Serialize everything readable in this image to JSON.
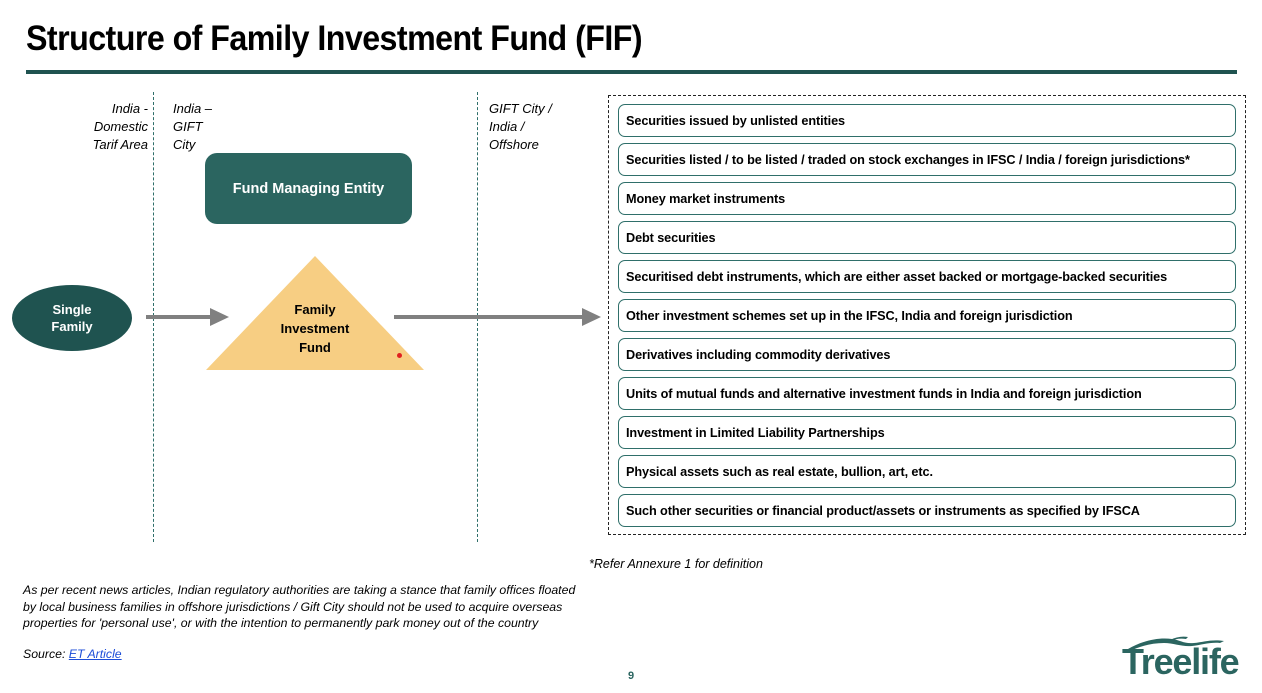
{
  "slide": {
    "title": "Structure of Family Investment Fund (FIF)",
    "page_number": "9",
    "accent_color": "#1f5350",
    "teal_color": "#2b6560",
    "triangle_color": "#f7ce83",
    "arrow_color": "#808080",
    "link_color": "#1d4ed8"
  },
  "zones": [
    {
      "name": "domestic-tarif-area",
      "label": "India -\nDomestic\nTarif Area"
    },
    {
      "name": "india-gift-city",
      "label": "India –\nGIFT\nCity"
    },
    {
      "name": "gift-city-india-offshore",
      "label": "GIFT City /\nIndia /\nOffshore"
    }
  ],
  "diagram": {
    "single_family": "Single\nFamily",
    "fund_managing_entity": "Fund Managing Entity",
    "family_investment_fund": "Family\nInvestment\nFund"
  },
  "asset_classes": [
    "Securities issued by unlisted entities",
    "Securities listed / to be listed / traded on stock exchanges in IFSC / India / foreign jurisdictions*",
    "Money market instruments",
    "Debt securities",
    "Securitised debt instruments, which are either asset backed or mortgage-backed securities",
    "Other investment schemes set up in the IFSC, India and foreign jurisdiction",
    "Derivatives including commodity derivatives",
    "Units of mutual funds and alternative investment funds in India and foreign jurisdiction",
    "Investment in Limited Liability Partnerships",
    "Physical assets such as real estate, bullion, art, etc.",
    "Such other securities or financial product/assets or instruments as specified by IFSCA"
  ],
  "notes": {
    "annexure": "*Refer Annexure 1 for definition",
    "disclaimer": "As per recent news articles, Indian regulatory authorities are taking a stance that family offices floated by local business families in offshore jurisdictions / Gift City should not be used to acquire overseas properties for 'personal use', or with the intention to permanently park money out of the country",
    "source_prefix": "Source: ",
    "source_link_text": "ET Article"
  },
  "brand": {
    "logo_text": "Treelife"
  }
}
